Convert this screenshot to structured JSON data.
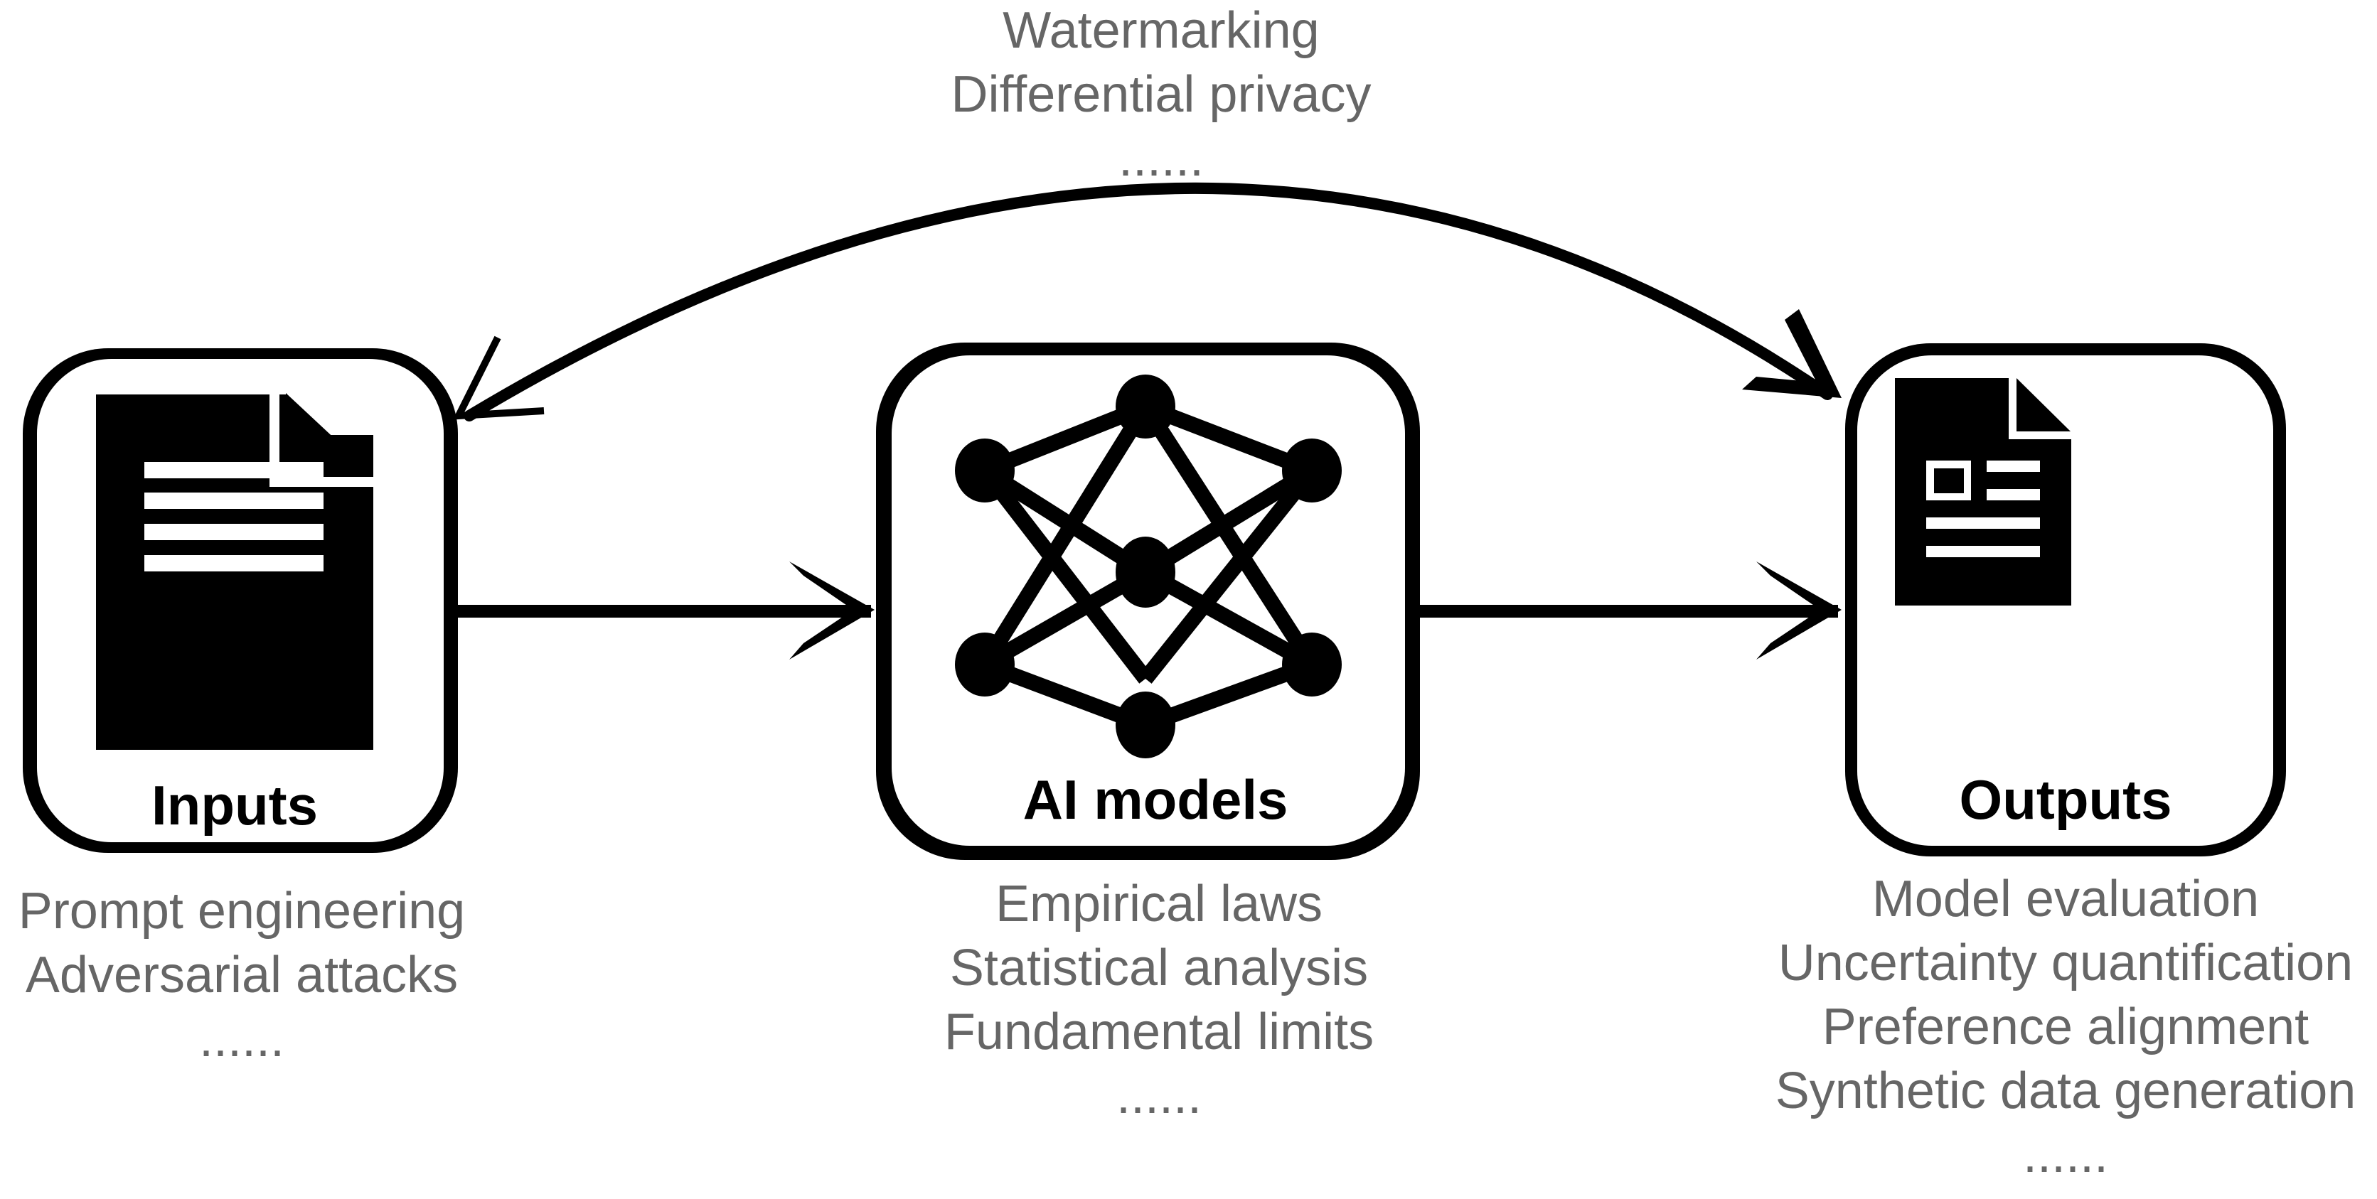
{
  "diagram": {
    "nodes": {
      "inputs": {
        "label": "Inputs",
        "icon": "document-text-icon"
      },
      "models": {
        "label": "AI models",
        "icon": "neural-network-icon"
      },
      "outputs": {
        "label": "Outputs",
        "icon": "document-report-icon"
      }
    },
    "captions": {
      "top": [
        "Watermarking",
        "Differential privacy",
        "......"
      ],
      "inputs": [
        "Prompt engineering",
        "Adversarial attacks",
        "......"
      ],
      "models": [
        "Empirical laws",
        "Statistical analysis",
        "Fundamental limits",
        "......"
      ],
      "outputs": [
        "Model evaluation",
        "Uncertainty quantification",
        "Preference alignment",
        "Synthetic data generation",
        "......"
      ]
    },
    "edges": [
      {
        "from": "Inputs",
        "to": "AI models"
      },
      {
        "from": "AI models",
        "to": "Outputs"
      },
      {
        "from": "Outputs",
        "to": "Inputs",
        "bidirectional": true
      }
    ],
    "colors": {
      "stroke": "#000000",
      "caption": "#666666",
      "background": "#ffffff"
    }
  }
}
